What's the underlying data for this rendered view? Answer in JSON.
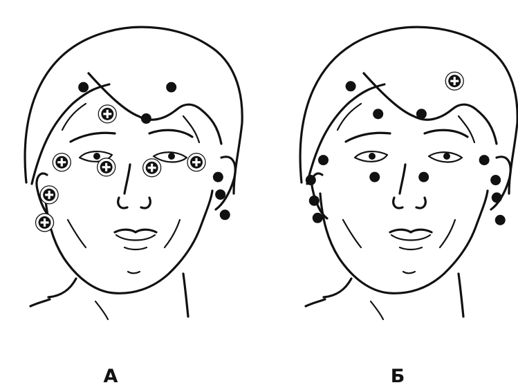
{
  "colors": {
    "ink": "#111111",
    "background": "#ffffff"
  },
  "panels": [
    {
      "label": "А",
      "points": [
        {
          "type": "dot",
          "x": 0.305,
          "y": 0.243
        },
        {
          "type": "dot",
          "x": 0.69,
          "y": 0.243
        },
        {
          "type": "dot",
          "x": 0.58,
          "y": 0.345
        },
        {
          "type": "dot",
          "x": 0.895,
          "y": 0.535
        },
        {
          "type": "dot",
          "x": 0.905,
          "y": 0.592
        },
        {
          "type": "dot",
          "x": 0.925,
          "y": 0.658
        },
        {
          "type": "plus",
          "x": 0.41,
          "y": 0.33
        },
        {
          "type": "plus",
          "x": 0.21,
          "y": 0.487
        },
        {
          "type": "plus",
          "x": 0.405,
          "y": 0.503
        },
        {
          "type": "plus",
          "x": 0.605,
          "y": 0.505
        },
        {
          "type": "plus",
          "x": 0.8,
          "y": 0.487
        },
        {
          "type": "plus",
          "x": 0.155,
          "y": 0.593
        },
        {
          "type": "plus",
          "x": 0.135,
          "y": 0.683
        }
      ]
    },
    {
      "label": "Б",
      "points": [
        {
          "type": "plus",
          "x": 0.725,
          "y": 0.223
        },
        {
          "type": "dot",
          "x": 0.27,
          "y": 0.24
        },
        {
          "type": "dot",
          "x": 0.39,
          "y": 0.33
        },
        {
          "type": "dot",
          "x": 0.58,
          "y": 0.33
        },
        {
          "type": "dot",
          "x": 0.15,
          "y": 0.48
        },
        {
          "type": "dot",
          "x": 0.855,
          "y": 0.48
        },
        {
          "type": "dot",
          "x": 0.095,
          "y": 0.545
        },
        {
          "type": "dot",
          "x": 0.375,
          "y": 0.535
        },
        {
          "type": "dot",
          "x": 0.59,
          "y": 0.535
        },
        {
          "type": "dot",
          "x": 0.905,
          "y": 0.545
        },
        {
          "type": "dot",
          "x": 0.11,
          "y": 0.612
        },
        {
          "type": "dot",
          "x": 0.91,
          "y": 0.602
        },
        {
          "type": "dot",
          "x": 0.125,
          "y": 0.668
        },
        {
          "type": "dot",
          "x": 0.925,
          "y": 0.675
        }
      ]
    }
  ]
}
